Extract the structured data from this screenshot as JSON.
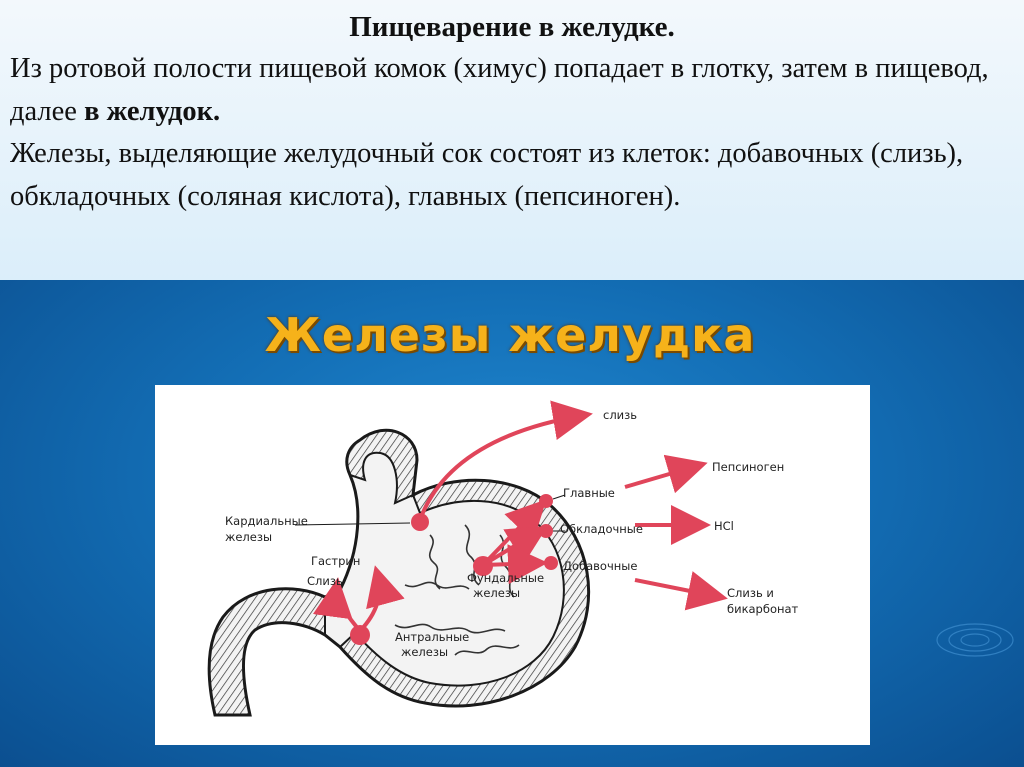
{
  "slide": {
    "title": "Пищеварение в желудке.",
    "para1_pre": "Из ротовой полости пищевой комок (химус) попадает в глотку, затем в пищевод, далее ",
    "para1_bold": "в желудок.",
    "para2": "Железы, выделяющие желудочный сок состоят из клеток: добавочных (слизь), обкладочных (соляная кислота), главных (пепсиноген)."
  },
  "figure": {
    "heading": "Железы желудка",
    "labels": {
      "mucus_top": "слизь",
      "pepsinogen": "Пепсиноген",
      "hcl": "HCl",
      "mucus_bicarb_1": "Слизь и",
      "mucus_bicarb_2": "бикарбонат",
      "chief": "Главные",
      "parietal": "Обкладочные",
      "accessory": "Добавочные",
      "cardiac_1": "Кардиальные",
      "cardiac_2": "железы",
      "gastrin": "Гастрин",
      "mucus_left": "Слизь",
      "fundic_1": "Фундальные",
      "fundic_2": "железы",
      "antral_1": "Антральные",
      "antral_2": "железы"
    },
    "colors": {
      "arrow": "#e0455a",
      "heading": "#f6b21a",
      "outline": "#1a1a1a"
    }
  }
}
